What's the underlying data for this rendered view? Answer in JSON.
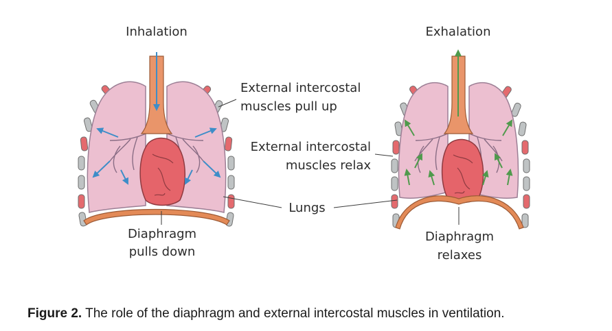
{
  "labels": {
    "inhalation": "Inhalation",
    "exhalation": "Exhalation",
    "ext_pull_up_1": "External intercostal",
    "ext_pull_up_2": "muscles pull up",
    "ext_relax_1": "External intercostal",
    "ext_relax_2": "muscles relax",
    "lungs": "Lungs",
    "diaphragm_down_1": "Diaphragm",
    "diaphragm_down_2": "pulls down",
    "diaphragm_relax_1": "Diaphragm",
    "diaphragm_relax_2": "relaxes"
  },
  "caption": {
    "prefix": "Figure 2.",
    "text": " The role of the diaphragm and external intercostal muscles in ventilation."
  },
  "colors": {
    "lung_fill": "#ecbfd0",
    "lung_stroke": "#9c7f95",
    "trachea": "#e9956a",
    "heart": "#e5646a",
    "heart_stroke": "#8e3a40",
    "diaphragm": "#e38a57",
    "rib_gray": "#bfc3c4",
    "rib_red": "#e46a6e",
    "inhale_arrow": "#3d8dc8",
    "exhale_arrow": "#4f9a4c"
  }
}
